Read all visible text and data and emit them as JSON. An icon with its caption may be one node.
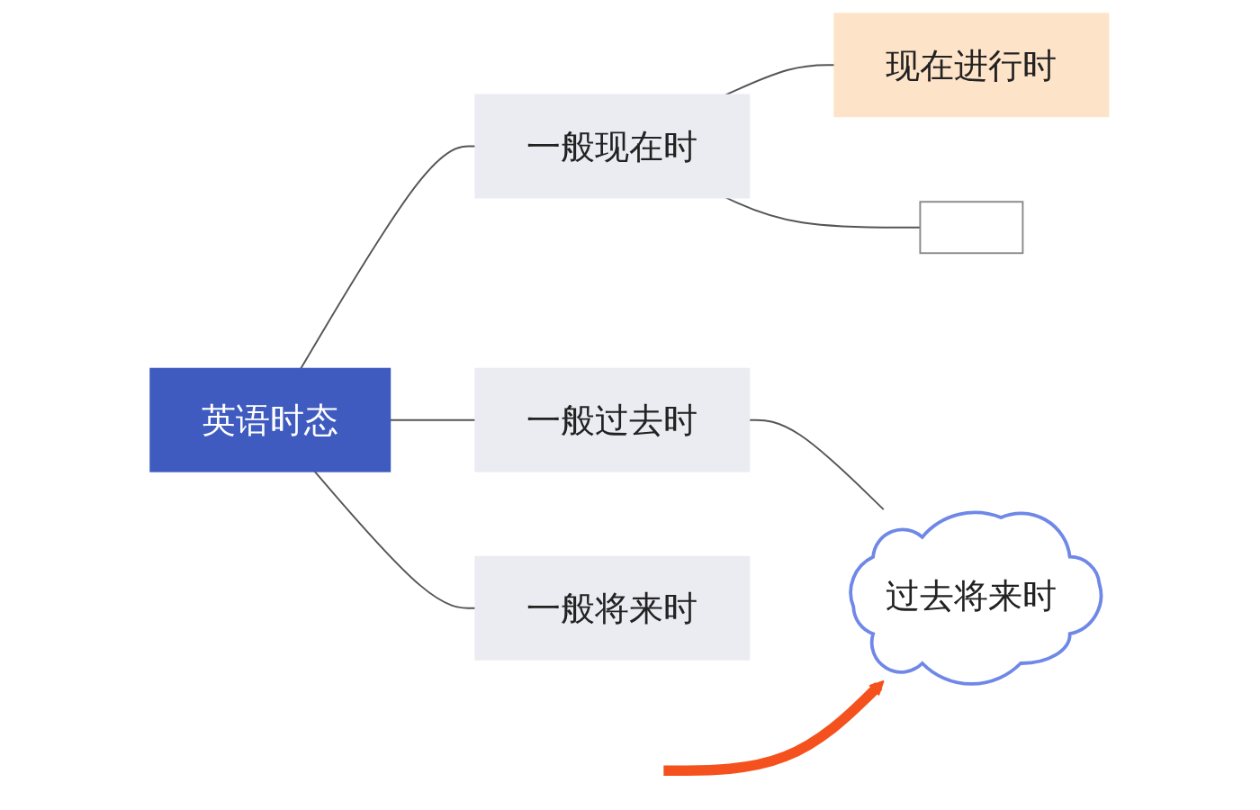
{
  "diagram": {
    "nodes": [
      {
        "text": [
          "英语时态"
        ]
      },
      {
        "text": [
          "一般现在时"
        ]
      },
      {
        "text": [
          "现在进行时"
        ]
      },
      {
        "text": [],
        "shape": "line"
      },
      {
        "text": [
          "一般过去时"
        ]
      },
      {
        "text": [
          "过去将来时"
        ]
      },
      {
        "text": [
          "一般将来时"
        ]
      }
    ],
    "edges": [
      {
        "from": 0,
        "to": 1,
        "arrow": "none"
      },
      {
        "from": 1,
        "to": 2,
        "arrow": "none"
      },
      {
        "from": 1,
        "to": 3,
        "arrow": "none"
      },
      {
        "from": 0,
        "to": 4,
        "arrow": "none"
      },
      {
        "from": 4,
        "to": 5,
        "arrow": "none"
      },
      {
        "from": 0,
        "to": 6,
        "arrow": "none"
      },
      {
        "from": null,
        "to": 5,
        "arrow": "to",
        "style": "thick",
        "color": "#f4511e"
      }
    ]
  }
}
